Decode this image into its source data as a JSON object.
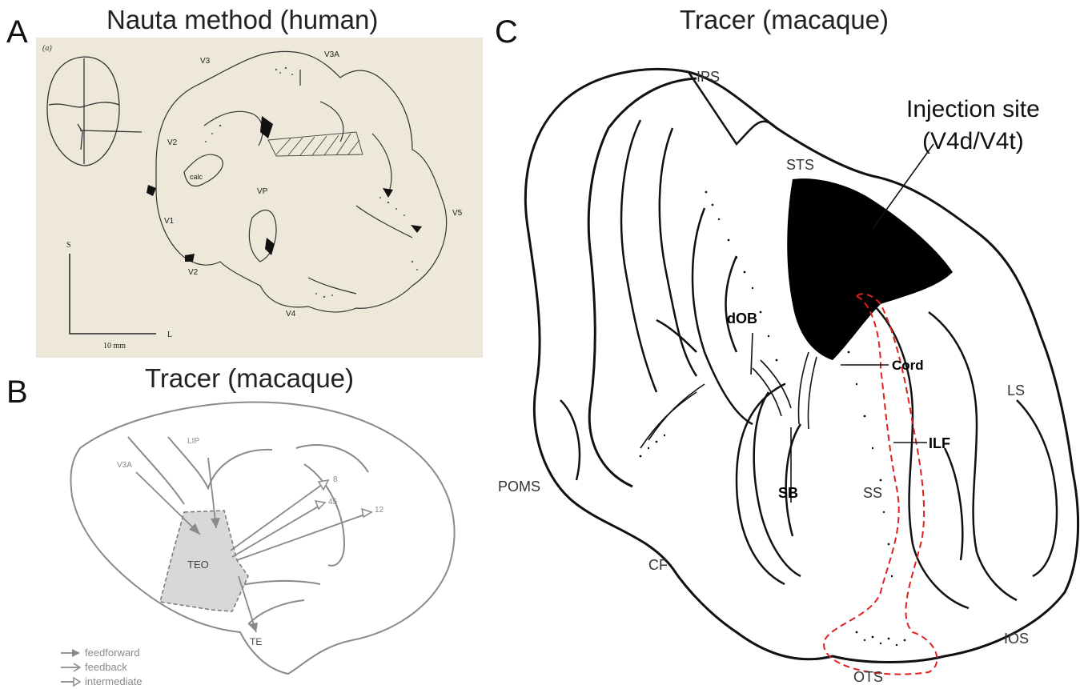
{
  "panel_a": {
    "letter": "A",
    "title": "Nauta method (human)",
    "subpanel_mark": "(a)",
    "labels": {
      "v3": "V3",
      "v3a": "V3A",
      "v2_top": "V2",
      "calc": "calc",
      "vp": "VP",
      "v1": "V1",
      "v2_bottom": "V2",
      "v4": "V4",
      "v5": "V5",
      "axis_s": "S",
      "axis_l": "L",
      "scale": "10 mm"
    }
  },
  "panel_b": {
    "letter": "B",
    "title": "Tracer (macaque)",
    "labels": {
      "v3a": "V3A",
      "lip": "LIP",
      "teo": "TEO",
      "te": "TE",
      "area8": "8",
      "area45": "45",
      "area12": "12"
    },
    "legend": [
      "feedforward",
      "feedback",
      "intermediate"
    ]
  },
  "panel_c": {
    "letter": "C",
    "title": "Tracer (macaque)",
    "injection_label_line1": "Injection site",
    "injection_label_line2": "(V4d/V4t)",
    "labels": {
      "ips": "IPS",
      "sts": "STS",
      "dob": "dOB",
      "cord": "Cord",
      "ls": "LS",
      "ilf": "ILF",
      "poms": "POMS",
      "sb": "SB",
      "ss": "SS",
      "cf": "CF",
      "ios": "IOS",
      "ots": "OTS"
    }
  },
  "colors": {
    "panel_a_bg": "#ede8da",
    "dashed_outline": "#e02020",
    "teo_shade": "#d8d8d8",
    "line_gray": "#888888"
  }
}
